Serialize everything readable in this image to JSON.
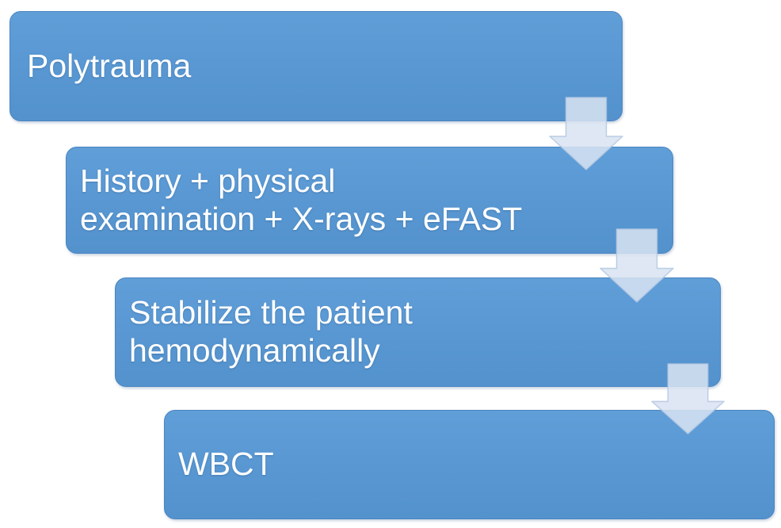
{
  "diagram": {
    "type": "flowchart-staircase",
    "steps": [
      {
        "id": 1,
        "label": "Polytrauma"
      },
      {
        "id": 2,
        "label": "History + physical\nexamination + X-rays + eFAST"
      },
      {
        "id": 3,
        "label": "Stabilize the patient\nhemodynamically"
      },
      {
        "id": 4,
        "label": "WBCT"
      }
    ],
    "connectors": [
      {
        "from": 1,
        "to": 2,
        "icon": "down-arrow-icon"
      },
      {
        "from": 2,
        "to": 3,
        "icon": "down-arrow-icon"
      },
      {
        "from": 3,
        "to": 4,
        "icon": "down-arrow-icon"
      }
    ],
    "colors": {
      "box_fill": "#5B9BD5",
      "box_border": "#4A85C1",
      "arrow_fill": "#D8E3F1",
      "arrow_border": "#B2C7E2",
      "text": "#FFFFFF",
      "background": "#FFFFFF"
    }
  }
}
